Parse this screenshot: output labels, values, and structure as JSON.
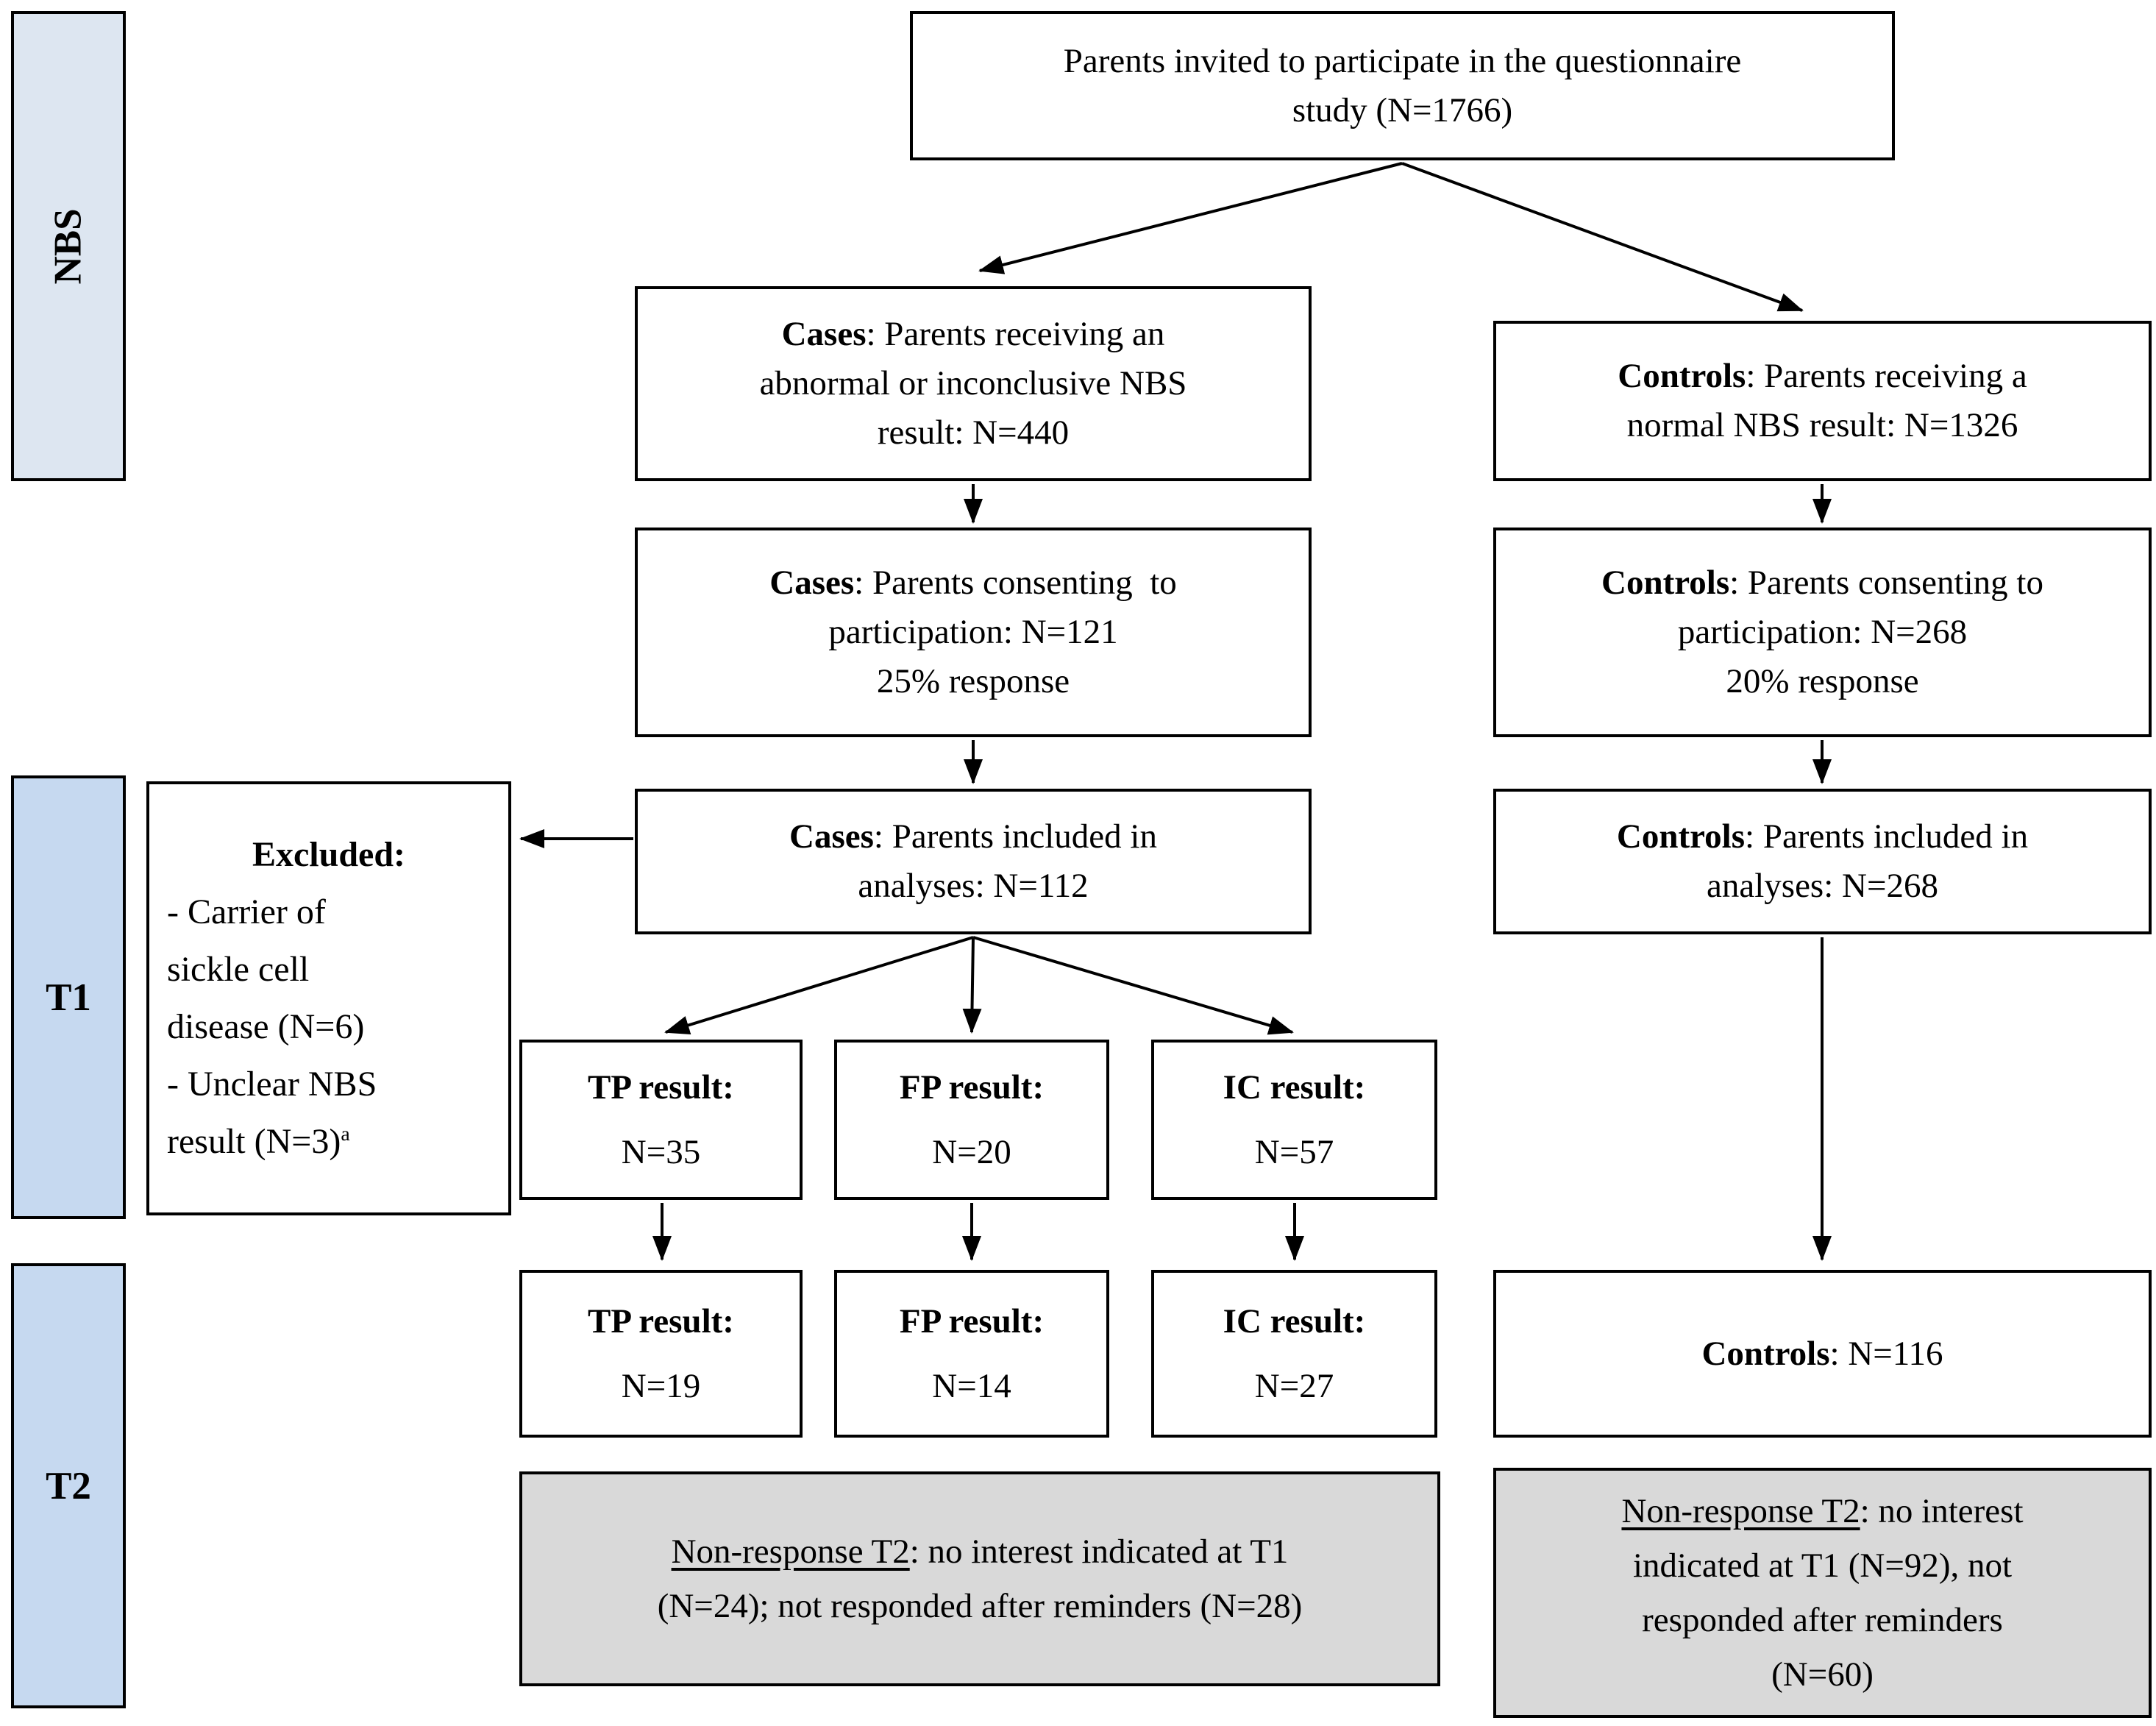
{
  "colors": {
    "label_fill_nbs": "#dde6f1",
    "label_fill_t": "#c6d9f0",
    "gray_fill": "#d9d9d9",
    "line": "#000000"
  },
  "bands": {
    "nbs": "NBS",
    "t1": "T1",
    "t2": "T2"
  },
  "boxes": {
    "invited": {
      "lines": [
        {
          "text": "Parents invited to participate in the questionnaire"
        },
        {
          "text": "study (N=1766)"
        }
      ]
    },
    "cases_nbs": {
      "lines": [
        {
          "bold": "Cases",
          "text": ": Parents receiving an"
        },
        {
          "text": "abnormal or inconclusive NBS"
        },
        {
          "text": "result: N=440"
        }
      ]
    },
    "controls_nbs": {
      "lines": [
        {
          "bold": "Controls",
          "text": ": Parents receiving a"
        },
        {
          "text": "normal NBS result: N=1326"
        }
      ]
    },
    "cases_consent": {
      "lines": [
        {
          "bold": "Cases",
          "text": ": Parents consenting  to"
        },
        {
          "text": "participation: N=121"
        },
        {
          "text": "25% response"
        }
      ]
    },
    "controls_consent": {
      "lines": [
        {
          "bold": "Controls",
          "text": ": Parents consenting to"
        },
        {
          "text": "participation: N=268"
        },
        {
          "text": "20% response"
        }
      ]
    },
    "excluded": {
      "title": "Excluded:",
      "items": [
        {
          "text": "- Carrier of"
        },
        {
          "text": "sickle cell"
        },
        {
          "text": "disease (N=6)"
        },
        {
          "text": "- Unclear NBS"
        },
        {
          "text": "result (N=3)",
          "sup": "a"
        }
      ]
    },
    "cases_included": {
      "lines": [
        {
          "bold": "Cases",
          "text": ": Parents included in"
        },
        {
          "text": "analyses: N=112"
        }
      ]
    },
    "controls_included": {
      "lines": [
        {
          "bold": "Controls",
          "text": ": Parents included in"
        },
        {
          "text": "analyses: N=268"
        }
      ]
    },
    "tp_t1": {
      "lines": [
        {
          "bold": "TP result:"
        },
        {
          "text": "N=35"
        }
      ]
    },
    "fp_t1": {
      "lines": [
        {
          "bold": "FP result:"
        },
        {
          "text": "N=20"
        }
      ]
    },
    "ic_t1": {
      "lines": [
        {
          "bold": "IC result:"
        },
        {
          "text": "N=57"
        }
      ]
    },
    "tp_t2": {
      "lines": [
        {
          "bold": "TP result:"
        },
        {
          "text": "N=19"
        }
      ]
    },
    "fp_t2": {
      "lines": [
        {
          "bold": "FP result:"
        },
        {
          "text": "N=14"
        }
      ]
    },
    "ic_t2": {
      "lines": [
        {
          "bold": "IC result:"
        },
        {
          "text": "N=27"
        }
      ]
    },
    "controls_t2": {
      "lines": [
        {
          "bold": "Controls",
          "text": ": N=116"
        }
      ]
    },
    "nonresponse_cases": {
      "lines": [
        {
          "underline": "Non-response T2",
          "text": ": no interest indicated at T1"
        },
        {
          "text": "(N=24); not responded after reminders (N=28)"
        }
      ]
    },
    "nonresponse_controls": {
      "lines": [
        {
          "underline": "Non-response T2",
          "text": ": no interest"
        },
        {
          "text": "indicated at T1 (N=92), not"
        },
        {
          "text": "responded after reminders"
        },
        {
          "text": "(N=60)"
        }
      ]
    }
  }
}
